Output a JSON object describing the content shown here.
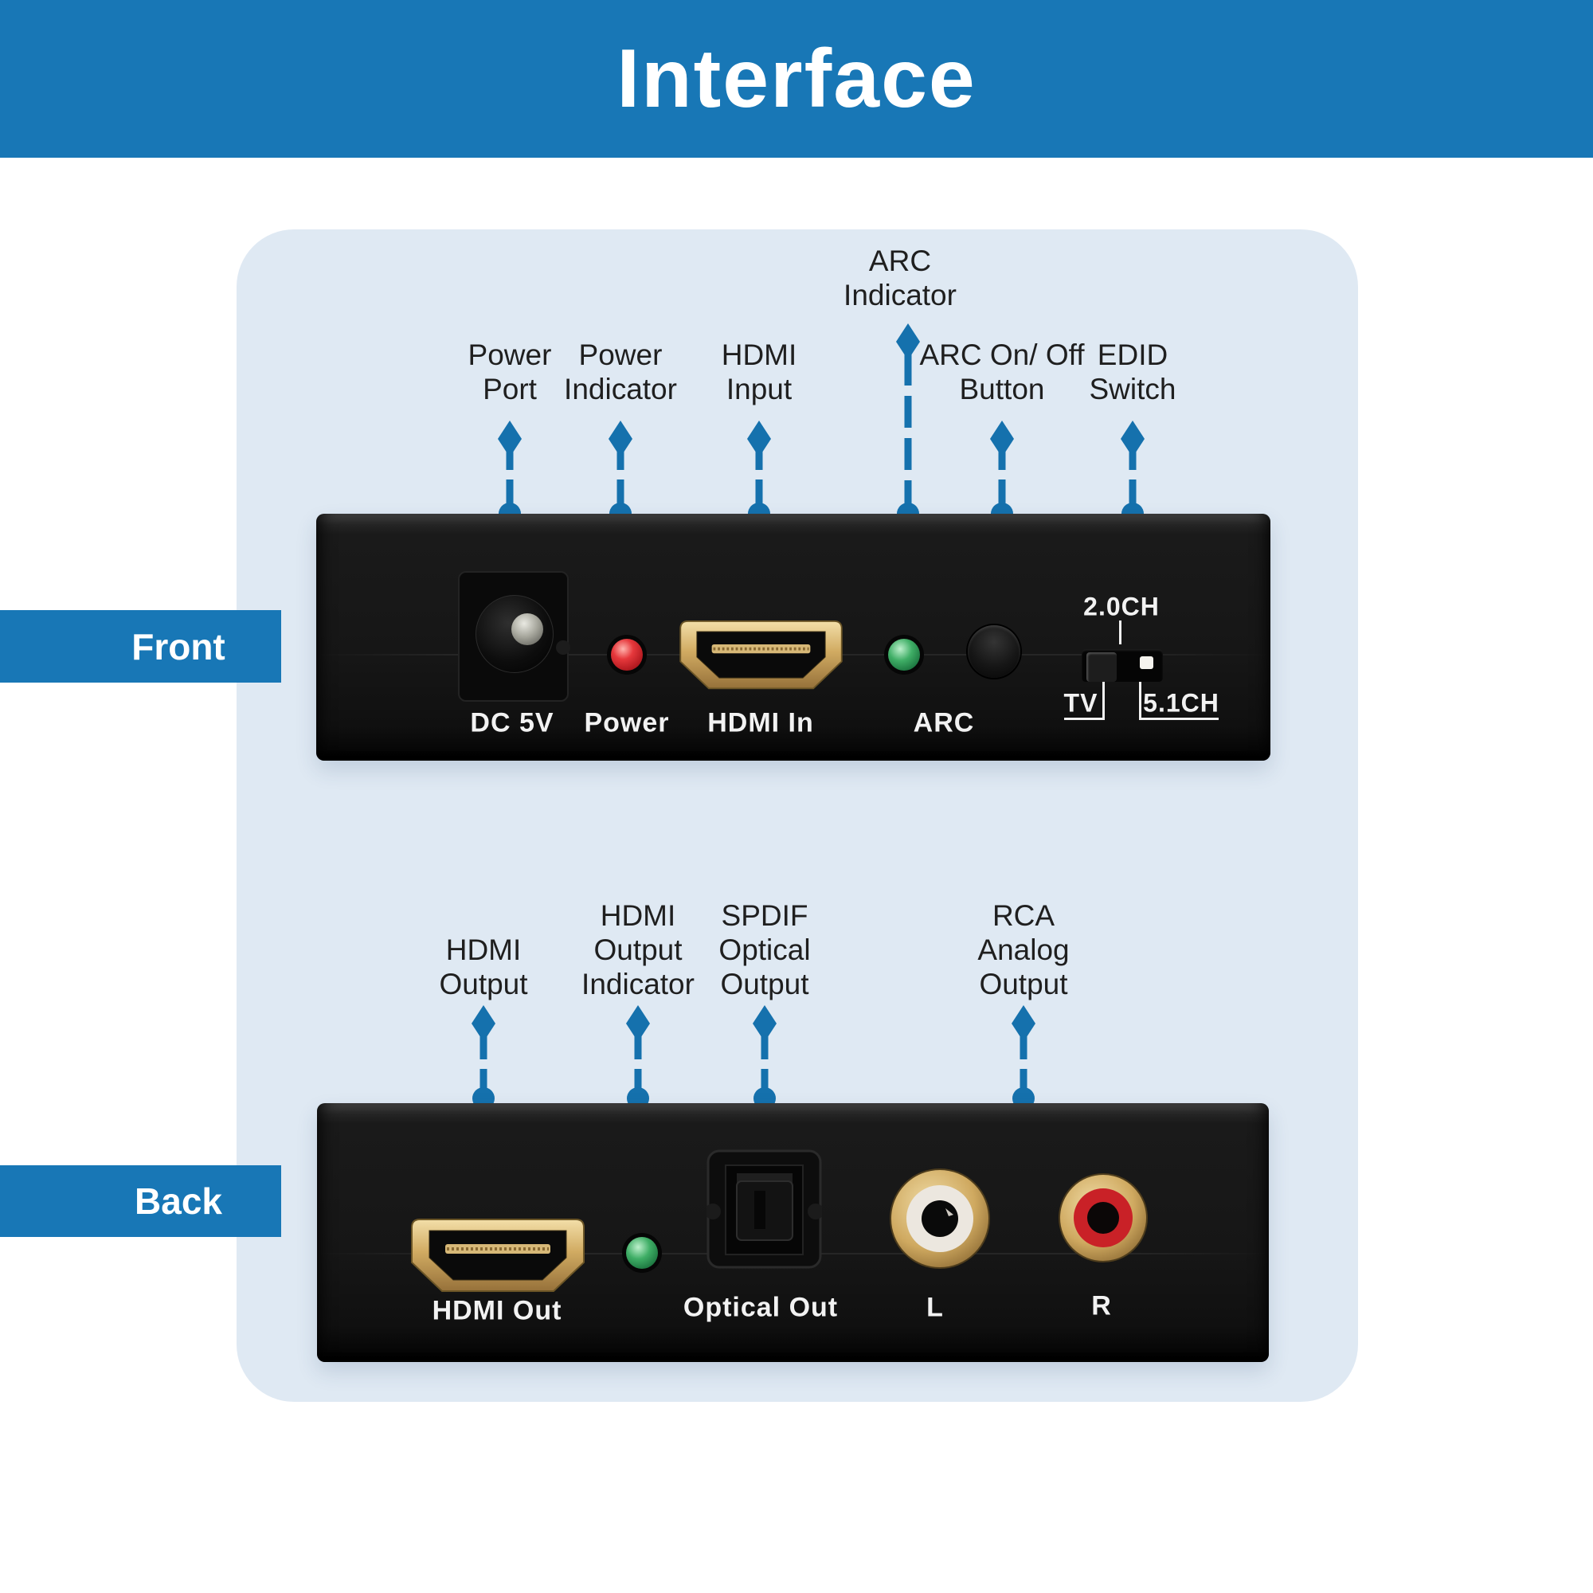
{
  "header": {
    "title": "Interface"
  },
  "front": {
    "side_label": "Front",
    "callouts": [
      {
        "name": "power-port",
        "text": "Power\nPort"
      },
      {
        "name": "power-indicator",
        "text": "Power\nIndicator"
      },
      {
        "name": "hdmi-input",
        "text": "HDMI\nInput"
      },
      {
        "name": "arc-indicator",
        "text": "ARC\nIndicator"
      },
      {
        "name": "arc-on-off-button",
        "text": "ARC On/ Off\nButton"
      },
      {
        "name": "edid-switch",
        "text": "EDID\nSwitch"
      }
    ],
    "device_labels": {
      "dc": "DC 5V",
      "power": "Power",
      "hdmi_in": "HDMI In",
      "arc": "ARC",
      "ch20": "2.0CH",
      "tv": "TV",
      "ch51": "5.1CH"
    }
  },
  "back": {
    "side_label": "Back",
    "callouts": [
      {
        "name": "hdmi-output",
        "text": "HDMI\nOutput"
      },
      {
        "name": "hdmi-output-indicator",
        "text": "HDMI\nOutput\nIndicator"
      },
      {
        "name": "spdif-optical-output",
        "text": "SPDIF\nOptical\nOutput"
      },
      {
        "name": "rca-analog-output",
        "text": "RCA\nAnalog\nOutput"
      }
    ],
    "device_labels": {
      "hdmi_out": "HDMI Out",
      "optical": "Optical Out",
      "left": "L",
      "right": "R"
    }
  },
  "colors": {
    "header_blue": "#1877b6",
    "arrow_blue": "#1571ad",
    "card_bg": "#dfe9f3",
    "device_black": "#161616",
    "led_red": "#cc2127",
    "led_green": "#2f9e5a",
    "connector_gold": "#c9a25f",
    "rca_white_ring": "#ece7df",
    "rca_red_ring": "#c92127"
  }
}
